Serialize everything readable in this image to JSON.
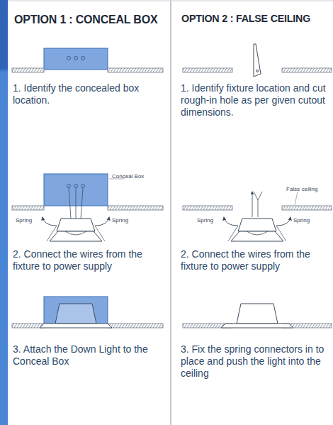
{
  "diagram": {
    "labels": [
      "OPTION 1 : CONCEAL BOX",
      "OPTION 2  : FALSE CEILING",
      "1. Identify the concealed box location.",
      "1. Identify fixture location and cut rough-in hole as per given cutout dimensions.",
      "Conceal Box",
      "Spring",
      "Spring",
      "False ceiling",
      "Spring",
      "Spring",
      "2. Connect the wires from the fixture to power supply",
      "2. Connect the wires from the fixture to power supply",
      "3. Attach the Down Light to the Conceal Box",
      "3. Fix the spring connectors in to place and push the light into the ceiling"
    ]
  }
}
